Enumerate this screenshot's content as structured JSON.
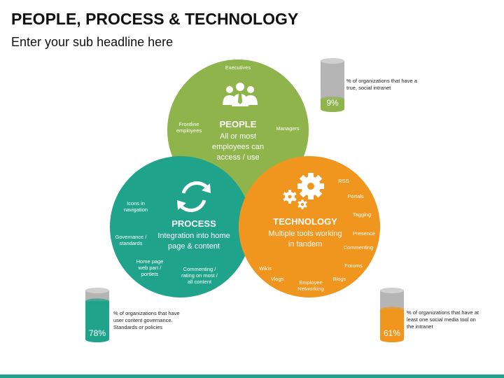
{
  "header": {
    "title": "PEOPLE, PROCESS & TECHNOLOGY",
    "subtitle": "Enter your sub headline here"
  },
  "colors": {
    "people": "#8fb44b",
    "process": "#1fa38a",
    "technology": "#f0961f",
    "cylinder_gray": "#b5b5b5"
  },
  "people": {
    "title": "PEOPLE",
    "desc": [
      "All or most",
      "employees can",
      "access / use"
    ],
    "icon": "people-group-icon",
    "items": [
      "Executives",
      "Frontline",
      "employees",
      "Managers"
    ]
  },
  "process": {
    "title": "PROCESS",
    "desc": [
      "Integration into home",
      "page & content"
    ],
    "icon": "refresh-arrows-icon",
    "items": [
      "Icons in",
      "navigation",
      "Governance /",
      "standards",
      "Home page",
      "web part /",
      "portlets",
      "Commenting /",
      "rating on most /",
      "all content"
    ]
  },
  "technology": {
    "title": "TECHNOLOGY",
    "desc": [
      "Multiple tools working",
      "in tandem"
    ],
    "icon": "gears-icon",
    "items": [
      "RSS",
      "Portals",
      "Tagging",
      "Presence",
      "Commenting",
      "Forums",
      "Blogs",
      "Employee",
      "Networking",
      "Vlogs",
      "Wikis"
    ]
  },
  "stats": [
    {
      "value": "9%",
      "fill": 0.09,
      "lines": [
        "% of organizations that have a",
        "true, social intranet"
      ]
    },
    {
      "value": "78%",
      "fill": 0.78,
      "lines": [
        "% of organizations that have",
        "user content governance.",
        "Standards or policies"
      ]
    },
    {
      "value": "61%",
      "fill": 0.61,
      "lines": [
        "% of organizations that have at",
        "least one social media tool on",
        "the intranet"
      ]
    }
  ]
}
